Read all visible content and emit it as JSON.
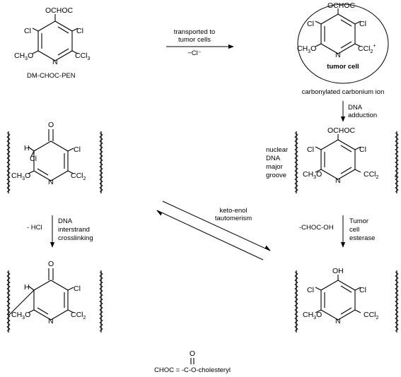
{
  "compound_name": "DM-CHOC-PEN",
  "tumor_cell_label": "tumor cell",
  "intermediate_label": "carbonylated carbonium ion",
  "step_transport": {
    "line1": "transported to",
    "line2": "tumor cells",
    "line3": "−Cl⁻"
  },
  "step_dna_adduction": {
    "line1": "DNA",
    "line2": "adduction"
  },
  "groove_label": {
    "line1": "nuclear",
    "line2": "DNA",
    "line3": "major",
    "line4": "groove"
  },
  "step_crosslink": {
    "reagent": "- HCl",
    "line1": "DNA",
    "line2": "interstrand",
    "line3": "crosslinking"
  },
  "step_tautomer": {
    "line1": "keto-enol",
    "line2": "tautomerism"
  },
  "step_esterase": {
    "reagent": "-CHOC-OH",
    "line1": "Tumor",
    "line2": "cell",
    "line3": "esterase"
  },
  "footnote": {
    "lhs": "CHOC = ",
    "carbonyl_o": "O",
    "rhs": "-C-O-cholesteryl"
  },
  "atoms": {
    "ochoc": "OCHOC",
    "cl": "Cl",
    "n": "N",
    "o": "O",
    "h": "H",
    "oh": "OH",
    "ch3o_main": "CH",
    "ch3o_sub": "3",
    "ch3o_end": "O",
    "ccl3_main": "CCl",
    "ccl3_sub": "3",
    "ccl2_main": "CCl",
    "ccl2_sub": "2",
    "plus": "+"
  }
}
